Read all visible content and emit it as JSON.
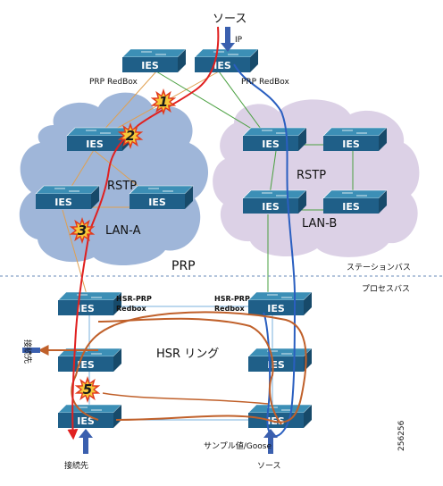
{
  "switch_label": "IES",
  "labels": {
    "source_top": "ソース",
    "ip": "IP",
    "prp_redbox_left": "PRP RedBox",
    "prp_redbox_right": "PRP RedBox",
    "rstp_a": "RSTP",
    "lan_a": "LAN-A",
    "rstp_b": "RSTP",
    "lan_b": "LAN-B",
    "prp": "PRP",
    "station_bus": "ステーションバス",
    "process_bus": "プロセスバス",
    "hsr_prp_left_1": "HSR-PRP",
    "hsr_prp_left_2": "Redbox",
    "hsr_prp_right_1": "HSR-PRP",
    "hsr_prp_right_2": "Redbox",
    "hsr_ring": "HSR リング",
    "dest_left": "接続先",
    "dest_bottom": "接続先",
    "sample_goose": "サンプル値/Goose",
    "source_bottom": "ソース",
    "figure_id": "256256"
  },
  "faults": [
    "1",
    "2",
    "3",
    "5"
  ],
  "colors": {
    "lan_a_cloud": "#9fb6d9",
    "lan_b_cloud": "#dcd1e6",
    "switch_top": "#3c8fb6",
    "switch_front": "#1f5f88",
    "red_path": "#e02020",
    "blue_path": "#2a5fc0",
    "orange_path": "#c0602a",
    "green_link": "#4aa040",
    "arrow": "#3a5fae"
  }
}
